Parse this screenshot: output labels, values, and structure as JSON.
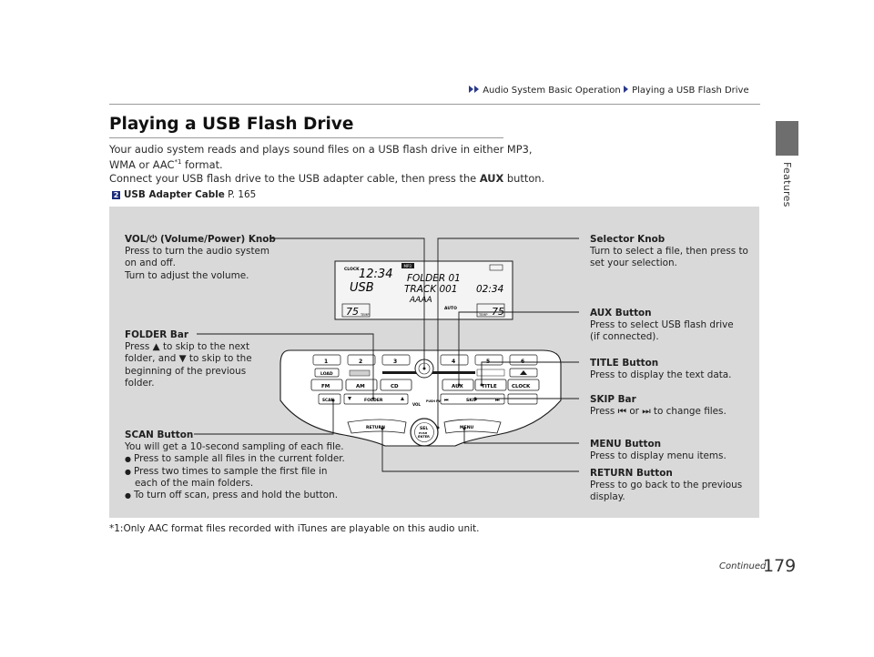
{
  "breadcrumb": {
    "section": "Audio System Basic Operation",
    "page": "Playing a USB Flash Drive"
  },
  "side_tab": {
    "label": "Features"
  },
  "title": "Playing a USB Flash Drive",
  "intro": {
    "line1": "Your audio system reads and plays sound files on a USB flash drive in either MP3,",
    "line2_prefix": "WMA or AAC",
    "line2_sup": "*1",
    "line2_suffix": " format.",
    "line3_prefix": "Connect your USB flash drive to the USB adapter cable, then press the ",
    "line3_bold": "AUX",
    "line3_suffix": " button."
  },
  "xref": {
    "label": "USB Adapter Cable",
    "page": "P. 165"
  },
  "callouts": {
    "vol": {
      "title_prefix": "VOL/",
      "title_suffix": " (Volume/Power) Knob",
      "lines": [
        "Press to turn the audio system",
        "on and off.",
        "Turn to adjust the volume."
      ]
    },
    "folder": {
      "title": "FOLDER Bar",
      "l1_prefix": "Press ",
      "l1_suffix": " to skip to the next",
      "l2_prefix": "folder, and ",
      "l2_suffix": " to skip to the",
      "l3": "beginning of the previous",
      "l4": "folder."
    },
    "scan": {
      "title": "SCAN Button",
      "lines": [
        "You will get a 10-second sampling of each file."
      ],
      "bullets": [
        "Press to sample all files in the current folder.",
        "Press two times to sample the first file in",
        "To turn off scan, press and hold the button."
      ],
      "continuation": "each of the main folders."
    },
    "selector": {
      "title": "Selector Knob",
      "lines": [
        "Turn to select a file, then press to",
        "set your selection."
      ]
    },
    "aux": {
      "title": "AUX Button",
      "lines": [
        "Press to select USB flash drive",
        "(if connected)."
      ]
    },
    "title_btn": {
      "title": "TITLE Button",
      "lines": [
        "Press to display the text data."
      ]
    },
    "skip": {
      "title": "SKIP Bar",
      "l1_prefix": "Press ",
      "l1_mid": " or ",
      "l1_suffix": " to change files."
    },
    "menu": {
      "title": "MENU Button",
      "lines": [
        "Press to display menu items."
      ]
    },
    "return": {
      "title": "RETURN Button",
      "lines": [
        "Press to go back to the previous",
        "display."
      ]
    }
  },
  "display": {
    "clock_label": "CLOCK",
    "time": "12:34",
    "source": "USB",
    "mp3_badge": "MP3",
    "folder_line": "FOLDER 01",
    "track_line": "TRACK 001",
    "elapsed": "02:34",
    "track_name": "AAAA",
    "auto_label": "AUTO",
    "temp_left": "75",
    "temp_right": "75",
    "temp_label": "TEMP"
  },
  "unit_buttons": {
    "presets": [
      "1",
      "2",
      "3",
      "4",
      "5",
      "6"
    ],
    "load": "LOAD",
    "fm": "FM",
    "am": "AM",
    "cd": "CD",
    "aux": "AUX",
    "title": "TITLE",
    "clock": "CLOCK",
    "scan": "SCAN",
    "folder": "FOLDER",
    "vol": "VOL",
    "push_pwr": "PUSH PWR",
    "skip": "SKIP",
    "return": "RETURN",
    "menu": "MENU",
    "sel": "SEL",
    "push": "PUSH",
    "enter": "ENTER"
  },
  "footnote": "*1:Only AAC format files recorded with iTunes are playable on this audio unit.",
  "continued": "Continued",
  "page_number": "179"
}
